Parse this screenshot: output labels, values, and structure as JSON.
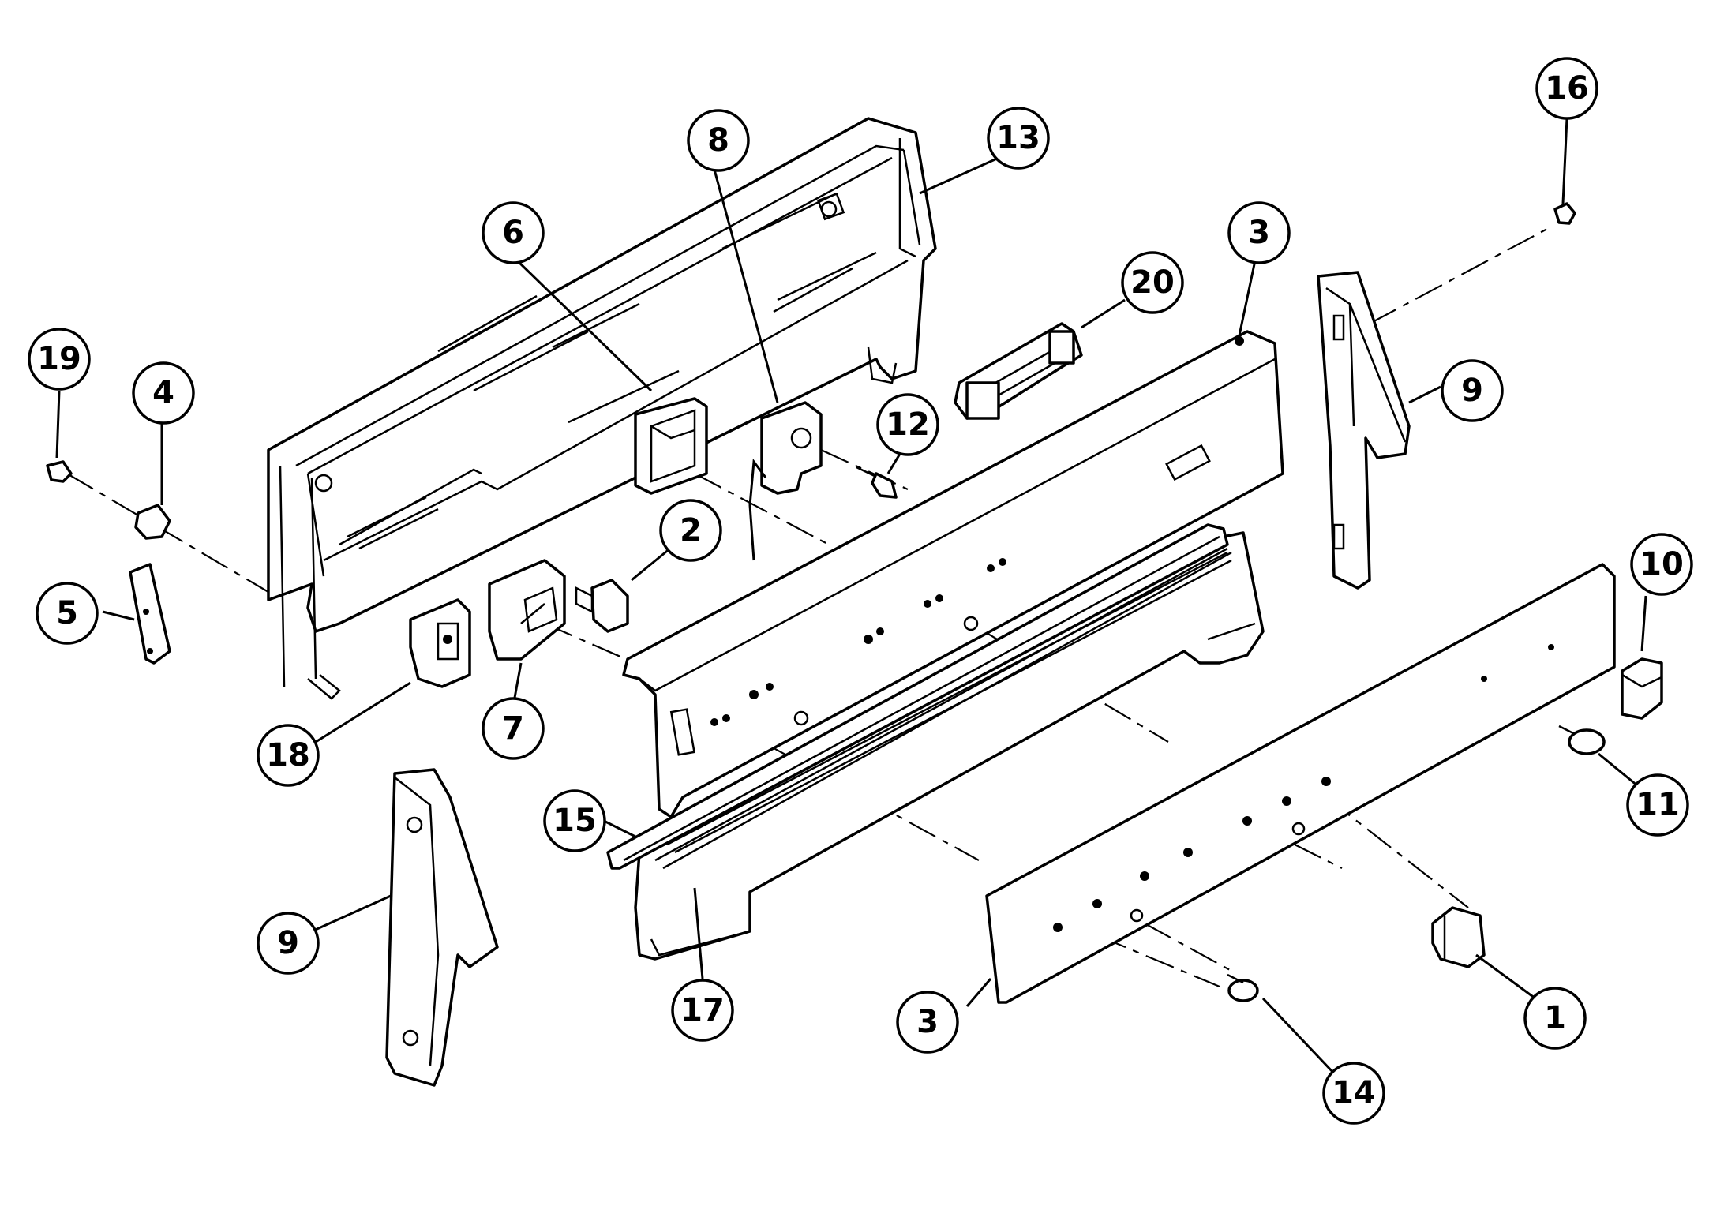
{
  "callouts": [
    {
      "id": "c1",
      "label": "1"
    },
    {
      "id": "c2",
      "label": "2"
    },
    {
      "id": "c3a",
      "label": "3"
    },
    {
      "id": "c3b",
      "label": "3"
    },
    {
      "id": "c4",
      "label": "4"
    },
    {
      "id": "c5",
      "label": "5"
    },
    {
      "id": "c6",
      "label": "6"
    },
    {
      "id": "c7",
      "label": "7"
    },
    {
      "id": "c8",
      "label": "8"
    },
    {
      "id": "c9a",
      "label": "9"
    },
    {
      "id": "c9b",
      "label": "9"
    },
    {
      "id": "c10",
      "label": "10"
    },
    {
      "id": "c11",
      "label": "11"
    },
    {
      "id": "c12",
      "label": "12"
    },
    {
      "id": "c13",
      "label": "13"
    },
    {
      "id": "c14",
      "label": "14"
    },
    {
      "id": "c15",
      "label": "15"
    },
    {
      "id": "c16",
      "label": "16"
    },
    {
      "id": "c17",
      "label": "17"
    },
    {
      "id": "c18",
      "label": "18"
    },
    {
      "id": "c19",
      "label": "19"
    },
    {
      "id": "c20",
      "label": "20"
    }
  ]
}
